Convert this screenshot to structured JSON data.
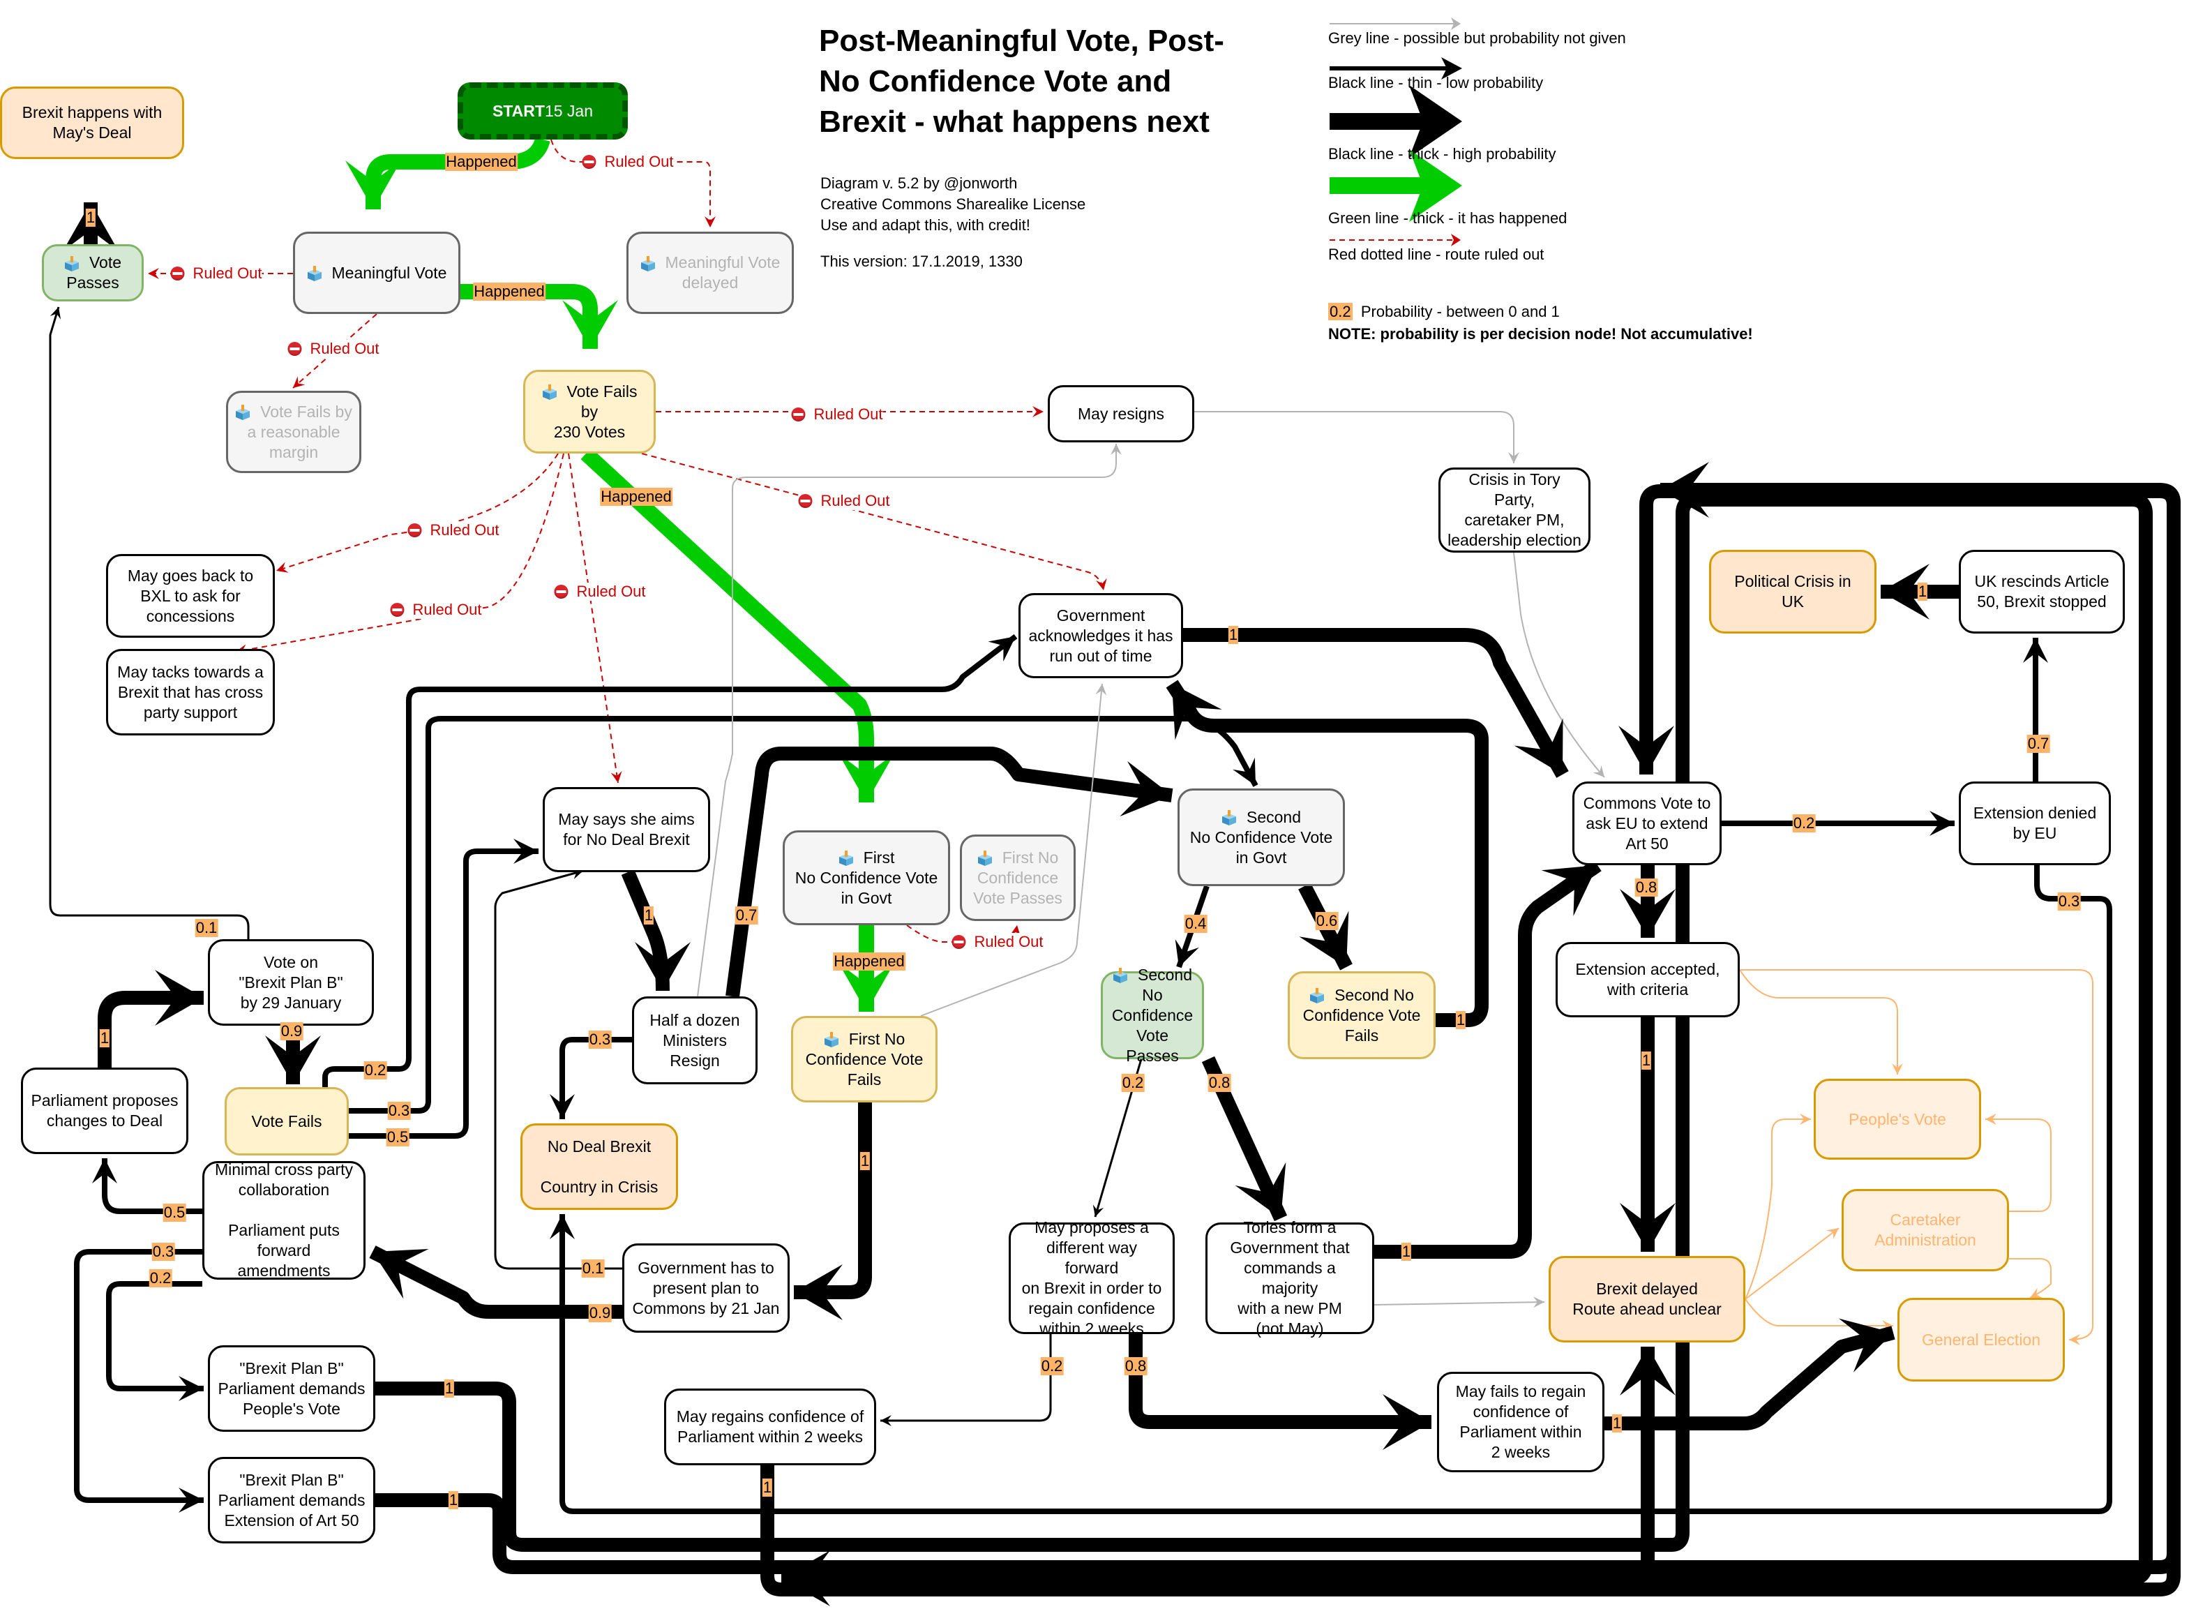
{
  "title": "Post-Meaningful Vote, Post-\nNo Confidence Vote and\nBrexit - what happens next",
  "meta": {
    "credits": "Diagram v. 5.2 by @jonworth\nCreative Commons Sharealike License\nUse and adapt this, with credit!",
    "version": "This version: 17.1.2019, 1330"
  },
  "legend": {
    "items": [
      {
        "kind": "grey",
        "label": "Grey line - possible but probability not given"
      },
      {
        "kind": "thin",
        "label": "Black line - thin - low probability"
      },
      {
        "kind": "thick",
        "label": "Black line - thick - high probability"
      },
      {
        "kind": "green",
        "label": "Green line - thick - it has happened"
      },
      {
        "kind": "red",
        "label": "Red dotted line - route ruled out"
      }
    ],
    "prob_swatch": "0.2",
    "prob_label": "Probability - between 0 and 1",
    "note": "NOTE: probability is per decision node! Not accumulative!"
  },
  "colors": {
    "happened_green": "#00cc00",
    "ruled_out_red": "#cc0000",
    "probability_orange": "#ffb366",
    "start_fill": "#008a00",
    "grey_line": "#b3b3b3",
    "outcome_orange_line": "#ffb570"
  },
  "nodes": [
    {
      "id": "start",
      "style": "start",
      "lines": [
        "START",
        "15 Jan"
      ]
    },
    {
      "id": "brexit_mays_deal",
      "style": "orange",
      "text": "Brexit happens with\nMay's Deal"
    },
    {
      "id": "vote_passes",
      "style": "green",
      "ballot": true,
      "text": "Vote\nPasses"
    },
    {
      "id": "meaningful_vote",
      "style": "grey",
      "ballot": true,
      "text": "Meaningful Vote"
    },
    {
      "id": "mv_delayed",
      "style": "grey faded",
      "ballot": true,
      "text": "Meaningful Vote\ndelayed"
    },
    {
      "id": "vote_fails_margin",
      "style": "grey faded",
      "ballot": true,
      "text": "Vote Fails by\na reasonable\nmargin"
    },
    {
      "id": "vote_fails_230",
      "style": "yellow",
      "ballot": true,
      "text": "Vote Fails by\n230 Votes"
    },
    {
      "id": "may_resigns",
      "style": "plain",
      "text": "May resigns"
    },
    {
      "id": "tory_crisis",
      "style": "plain",
      "text": "Crisis in Tory Party,\ncaretaker PM,\nleadership election"
    },
    {
      "id": "may_bxl",
      "style": "plain",
      "text": "May goes back to\nBXL to ask for\nconcessions"
    },
    {
      "id": "may_cross_party",
      "style": "plain",
      "text": "May tacks towards a\nBrexit that has cross\nparty support"
    },
    {
      "id": "gov_out_of_time",
      "style": "plain",
      "text": "Government\nacknowledges it has\nrun out of time"
    },
    {
      "id": "political_crisis",
      "style": "orange",
      "text": "Political Crisis in\nUK"
    },
    {
      "id": "uk_rescinds",
      "style": "plain",
      "text": "UK rescinds Article\n50, Brexit stopped"
    },
    {
      "id": "may_no_deal",
      "style": "plain",
      "text": "May says she aims\nfor No Deal Brexit"
    },
    {
      "id": "first_ncv",
      "style": "grey",
      "ballot": true,
      "text": "First\nNo Confidence Vote\nin Govt"
    },
    {
      "id": "first_ncv_passes",
      "style": "grey faded",
      "ballot": true,
      "text": "First No\nConfidence\nVote Passes"
    },
    {
      "id": "second_ncv",
      "style": "grey",
      "ballot": true,
      "text": "Second\nNo Confidence Vote\nin Govt"
    },
    {
      "id": "commons_vote_extend",
      "style": "plain",
      "text": "Commons Vote to\nask EU to extend\nArt 50"
    },
    {
      "id": "extension_denied",
      "style": "plain",
      "text": "Extension denied\nby EU"
    },
    {
      "id": "vote_plan_b",
      "style": "plain",
      "text": "Vote on\n\"Brexit Plan B\"\nby 29 January"
    },
    {
      "id": "ministers_resign",
      "style": "plain",
      "text": "Half a dozen\nMinisters\nResign"
    },
    {
      "id": "first_ncv_fails",
      "style": "yellow",
      "ballot": true,
      "text": "First No\nConfidence Vote\nFails"
    },
    {
      "id": "second_ncv_passes",
      "style": "green",
      "ballot": true,
      "text": "Second No\nConfidence Vote\nPasses"
    },
    {
      "id": "second_ncv_fails",
      "style": "yellow",
      "ballot": true,
      "text": "Second No\nConfidence Vote\nFails"
    },
    {
      "id": "extension_accepted",
      "style": "plain",
      "text": "Extension accepted,\nwith criteria"
    },
    {
      "id": "parliament_changes",
      "style": "plain",
      "text": "Parliament proposes\nchanges to Deal"
    },
    {
      "id": "vote_fails",
      "style": "yellow",
      "text": "Vote Fails"
    },
    {
      "id": "no_deal_crisis",
      "style": "orange",
      "text": "No Deal Brexit\n\nCountry in Crisis"
    },
    {
      "id": "peoples_vote",
      "style": "orange faded",
      "text": "People's Vote"
    },
    {
      "id": "minimal_cross_party",
      "style": "plain",
      "text": "Minimal cross party\ncollaboration\n\nParliament puts\nforward amendments"
    },
    {
      "id": "gov_present_plan",
      "style": "plain",
      "text": "Government has to\npresent plan to\nCommons by 21 Jan"
    },
    {
      "id": "may_proposes",
      "style": "plain",
      "text": "May proposes a\ndifferent way forward\non Brexit in order to\nregain confidence\nwithin 2 weeks"
    },
    {
      "id": "tories_new_pm",
      "style": "plain",
      "text": "Tories form a\nGovernment that\ncommands a majority\nwith a new PM\n(not May)"
    },
    {
      "id": "caretaker_admin",
      "style": "orange faded",
      "text": "Caretaker\nAdministration"
    },
    {
      "id": "brexit_delayed",
      "style": "orange",
      "text": "Brexit delayed\nRoute ahead unclear"
    },
    {
      "id": "general_election",
      "style": "orange faded",
      "text": "General Election"
    },
    {
      "id": "plan_b_peoples_vote",
      "style": "plain",
      "text": "\"Brexit Plan B\"\nParliament demands\nPeople's Vote"
    },
    {
      "id": "may_regains",
      "style": "plain",
      "text": "May regains confidence of\nParliament within 2 weeks"
    },
    {
      "id": "may_fails_regain",
      "style": "plain",
      "text": "May fails to regain\nconfidence of\nParliament within\n2 weeks"
    },
    {
      "id": "plan_b_extension",
      "style": "plain",
      "text": "\"Brexit Plan B\"\nParliament demands\nExtension of Art 50"
    }
  ],
  "edges": [
    {
      "id": "e_start_mv",
      "from": "start",
      "to": "meaningful_vote",
      "kind": "green",
      "label": "Happened"
    },
    {
      "id": "e_start_delay",
      "from": "start",
      "to": "mv_delayed",
      "kind": "red",
      "label": "Ruled Out"
    },
    {
      "id": "e_mv_passes",
      "from": "meaningful_vote",
      "to": "vote_passes",
      "kind": "red",
      "label": "Ruled Out"
    },
    {
      "id": "e_mv_margin",
      "from": "meaningful_vote",
      "to": "vote_fails_margin",
      "kind": "red",
      "label": "Ruled Out"
    },
    {
      "id": "e_mv_230",
      "from": "meaningful_vote",
      "to": "vote_fails_230",
      "kind": "green",
      "label": "Happened"
    },
    {
      "id": "e_passes_deal",
      "from": "vote_passes",
      "to": "brexit_mays_deal",
      "kind": "thick",
      "label": "1"
    },
    {
      "id": "e_230_resigns",
      "from": "vote_fails_230",
      "to": "may_resigns",
      "kind": "red",
      "label": "Ruled Out"
    },
    {
      "id": "e_230_bxl",
      "from": "vote_fails_230",
      "to": "may_bxl",
      "kind": "red",
      "label": "Ruled Out"
    },
    {
      "id": "e_230_cross",
      "from": "vote_fails_230",
      "to": "may_cross_party",
      "kind": "red",
      "label": "Ruled Out"
    },
    {
      "id": "e_230_nodeal",
      "from": "vote_fails_230",
      "to": "may_no_deal",
      "kind": "red",
      "label": "Ruled Out"
    },
    {
      "id": "e_230_time",
      "from": "vote_fails_230",
      "to": "gov_out_of_time",
      "kind": "red",
      "label": "Ruled Out"
    },
    {
      "id": "e_230_ncv",
      "from": "vote_fails_230",
      "to": "first_ncv",
      "kind": "green",
      "label": "Happened"
    },
    {
      "id": "e_resigns_crisis",
      "from": "may_resigns",
      "to": "tory_crisis",
      "kind": "grey"
    },
    {
      "id": "e_crisis_commons",
      "from": "tory_crisis",
      "to": "commons_vote_extend",
      "kind": "grey"
    },
    {
      "id": "e_time_commons",
      "from": "gov_out_of_time",
      "to": "commons_vote_extend",
      "kind": "thick",
      "label": "1"
    },
    {
      "id": "e_ncv_passes",
      "from": "first_ncv",
      "to": "first_ncv_passes",
      "kind": "red",
      "label": "Ruled Out"
    },
    {
      "id": "e_ncv_fails",
      "from": "first_ncv",
      "to": "first_ncv_fails",
      "kind": "green",
      "label": "Happened"
    },
    {
      "id": "e_fails_plan",
      "from": "first_ncv_fails",
      "to": "gov_present_plan",
      "kind": "thick",
      "label": "1"
    },
    {
      "id": "e_nodeal_ministers",
      "from": "may_no_deal",
      "to": "ministers_resign",
      "kind": "thick",
      "label": "1"
    },
    {
      "id": "e_ministers_nodeal",
      "from": "ministers_resign",
      "to": "no_deal_crisis",
      "kind": "medium",
      "label": "0.3"
    },
    {
      "id": "e_ministers_2ncv",
      "from": "ministers_resign",
      "to": "second_ncv",
      "kind": "thick",
      "label": "0.7"
    },
    {
      "id": "e_2ncv_passes",
      "from": "second_ncv",
      "to": "second_ncv_passes",
      "kind": "medium",
      "label": "0.4"
    },
    {
      "id": "e_2ncv_fails",
      "from": "second_ncv",
      "to": "second_ncv_fails",
      "kind": "thick",
      "label": "0.6"
    },
    {
      "id": "e_2fails_time",
      "from": "second_ncv_fails",
      "to": "gov_out_of_time",
      "kind": "thick",
      "label": "1"
    },
    {
      "id": "e_2passes_may",
      "from": "second_ncv_passes",
      "to": "may_proposes",
      "kind": "thin",
      "label": "0.2"
    },
    {
      "id": "e_2passes_tories",
      "from": "second_ncv_passes",
      "to": "tories_new_pm",
      "kind": "thick",
      "label": "0.8"
    },
    {
      "id": "e_tories_commons",
      "from": "tories_new_pm",
      "to": "commons_vote_extend",
      "kind": "thick",
      "label": "1"
    },
    {
      "id": "e_tories_delayed",
      "from": "tories_new_pm",
      "to": "brexit_delayed",
      "kind": "grey"
    },
    {
      "id": "e_commons_denied",
      "from": "commons_vote_extend",
      "to": "extension_denied",
      "kind": "medium",
      "label": "0.2"
    },
    {
      "id": "e_commons_accepted",
      "from": "commons_vote_extend",
      "to": "extension_accepted",
      "kind": "thick",
      "label": "0.8"
    },
    {
      "id": "e_denied_rescind",
      "from": "extension_denied",
      "to": "uk_rescinds",
      "kind": "medium",
      "label": "0.7"
    },
    {
      "id": "e_denied_nodeal",
      "from": "extension_denied",
      "to": "no_deal_crisis",
      "kind": "medium",
      "label": "0.3"
    },
    {
      "id": "e_rescind_crisis",
      "from": "uk_rescinds",
      "to": "political_crisis",
      "kind": "thick",
      "label": "1"
    },
    {
      "id": "e_accepted_delayed",
      "from": "extension_accepted",
      "to": "brexit_delayed",
      "kind": "thick",
      "label": "1"
    },
    {
      "id": "e_accepted_pv",
      "from": "extension_accepted",
      "to": "peoples_vote",
      "kind": "orange"
    },
    {
      "id": "e_accepted_ge",
      "from": "extension_accepted",
      "to": "general_election",
      "kind": "orange"
    },
    {
      "id": "e_delayed_pv",
      "from": "brexit_delayed",
      "to": "peoples_vote",
      "kind": "orange"
    },
    {
      "id": "e_delayed_care",
      "from": "brexit_delayed",
      "to": "caretaker_admin",
      "kind": "orange"
    },
    {
      "id": "e_delayed_ge",
      "from": "brexit_delayed",
      "to": "general_election",
      "kind": "orange"
    },
    {
      "id": "e_care_pv",
      "from": "caretaker_admin",
      "to": "peoples_vote",
      "kind": "orange"
    },
    {
      "id": "e_care_ge",
      "from": "caretaker_admin",
      "to": "general_election",
      "kind": "orange"
    },
    {
      "id": "e_plan_vote",
      "from": "gov_present_plan",
      "to": "minimal_cross_party",
      "kind": "thick",
      "label": "0.9"
    },
    {
      "id": "e_plan_nodeal",
      "from": "gov_present_plan",
      "to": "may_no_deal",
      "kind": "thin",
      "label": "0.1"
    },
    {
      "id": "e_cross_changes",
      "from": "minimal_cross_party",
      "to": "parliament_changes",
      "kind": "medium",
      "label": "0.5"
    },
    {
      "id": "e_cross_pv",
      "from": "minimal_cross_party",
      "to": "plan_b_peoples_vote",
      "kind": "medium",
      "label": "0.2"
    },
    {
      "id": "e_cross_ext",
      "from": "minimal_cross_party",
      "to": "plan_b_extension",
      "kind": "medium",
      "label": "0.3"
    },
    {
      "id": "e_changes_planb",
      "from": "parliament_changes",
      "to": "vote_plan_b",
      "kind": "thick",
      "label": "1"
    },
    {
      "id": "e_planb_passes",
      "from": "vote_plan_b",
      "to": "vote_passes",
      "kind": "thin",
      "label": "0.1"
    },
    {
      "id": "e_planb_fails",
      "from": "vote_plan_b",
      "to": "vote_fails",
      "kind": "thick",
      "label": "0.9"
    },
    {
      "id": "e_fails_time",
      "from": "vote_fails",
      "to": "gov_out_of_time",
      "kind": "medium",
      "label": "0.2"
    },
    {
      "id": "e_fails_2ncv",
      "from": "vote_fails",
      "to": "second_ncv",
      "kind": "medium",
      "label": "0.3"
    },
    {
      "id": "e_fails_nodeal",
      "from": "vote_fails",
      "to": "may_no_deal",
      "kind": "medium",
      "label": "0.5"
    },
    {
      "id": "e_ministers_resigns",
      "from": "ministers_resign",
      "to": "may_resigns",
      "kind": "grey"
    },
    {
      "id": "e_ncvfails_time",
      "from": "first_ncv_fails",
      "to": "gov_out_of_time",
      "kind": "grey"
    },
    {
      "id": "e_pvplan_commons",
      "from": "plan_b_peoples_vote",
      "to": "commons_vote_extend",
      "kind": "thick",
      "label": "1"
    },
    {
      "id": "e_extplan_commons",
      "from": "plan_b_extension",
      "to": "commons_vote_extend",
      "kind": "thick",
      "label": "1"
    },
    {
      "id": "e_may_regains",
      "from": "may_proposes",
      "to": "may_regains",
      "kind": "thin",
      "label": "0.2"
    },
    {
      "id": "e_may_fails",
      "from": "may_proposes",
      "to": "may_fails_regain",
      "kind": "thick",
      "label": "0.8"
    },
    {
      "id": "e_regains_commons",
      "from": "may_regains",
      "to": "commons_vote_extend",
      "kind": "thick",
      "label": "1"
    },
    {
      "id": "e_failsregain_ge",
      "from": "may_fails_regain",
      "to": "general_election",
      "kind": "thick",
      "label": "1"
    },
    {
      "id": "e_plan_delayed",
      "from": "plan_b_peoples_vote",
      "to": "brexit_delayed",
      "kind": "thick"
    }
  ]
}
